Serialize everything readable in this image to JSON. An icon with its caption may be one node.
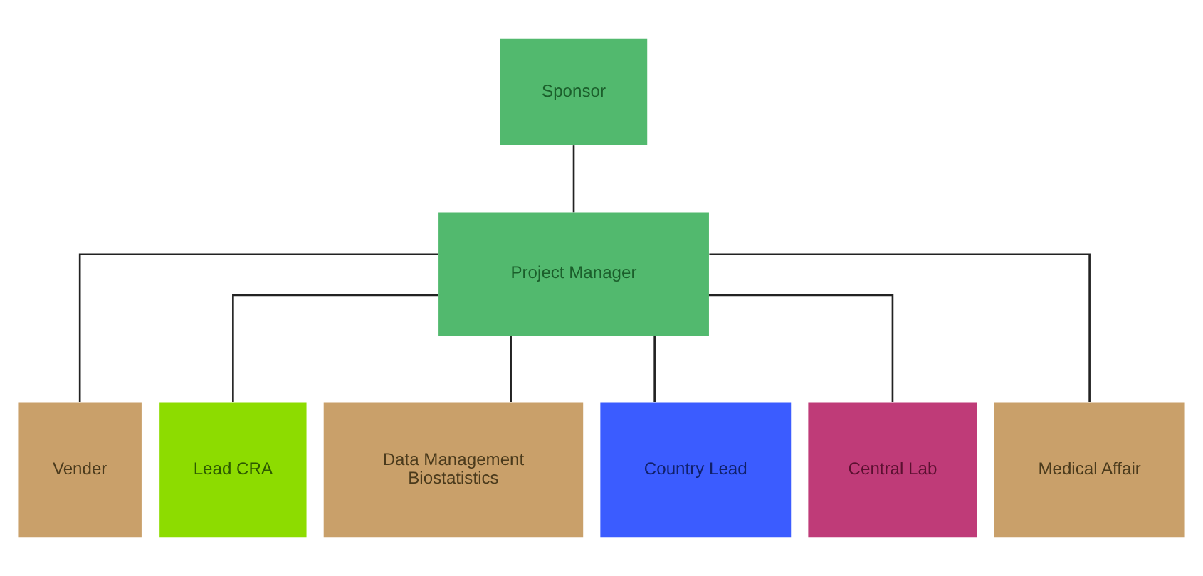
{
  "diagram": {
    "nodes": [
      {
        "text": [
          "Sponsor"
        ]
      },
      {
        "text": [
          "Project Manager"
        ]
      },
      {
        "text": [
          "Vender"
        ]
      },
      {
        "text": [
          "Lead CRA"
        ]
      },
      {
        "text": [
          "Data Management Biostatistics"
        ]
      },
      {
        "text": [
          "Country Lead"
        ]
      },
      {
        "text": [
          "Central Lab"
        ]
      },
      {
        "text": [
          "Medical Affair"
        ]
      }
    ],
    "edges": [
      {
        "from": 0,
        "to": 1,
        "arrow": "none"
      },
      {
        "from": 1,
        "to": 2,
        "arrow": "none"
      },
      {
        "from": 1,
        "to": 3,
        "arrow": "none"
      },
      {
        "from": 1,
        "to": 4,
        "arrow": "none"
      },
      {
        "from": 1,
        "to": 5,
        "arrow": "none"
      },
      {
        "from": 1,
        "to": 6,
        "arrow": "none"
      },
      {
        "from": 1,
        "to": 7,
        "arrow": "none"
      }
    ]
  }
}
